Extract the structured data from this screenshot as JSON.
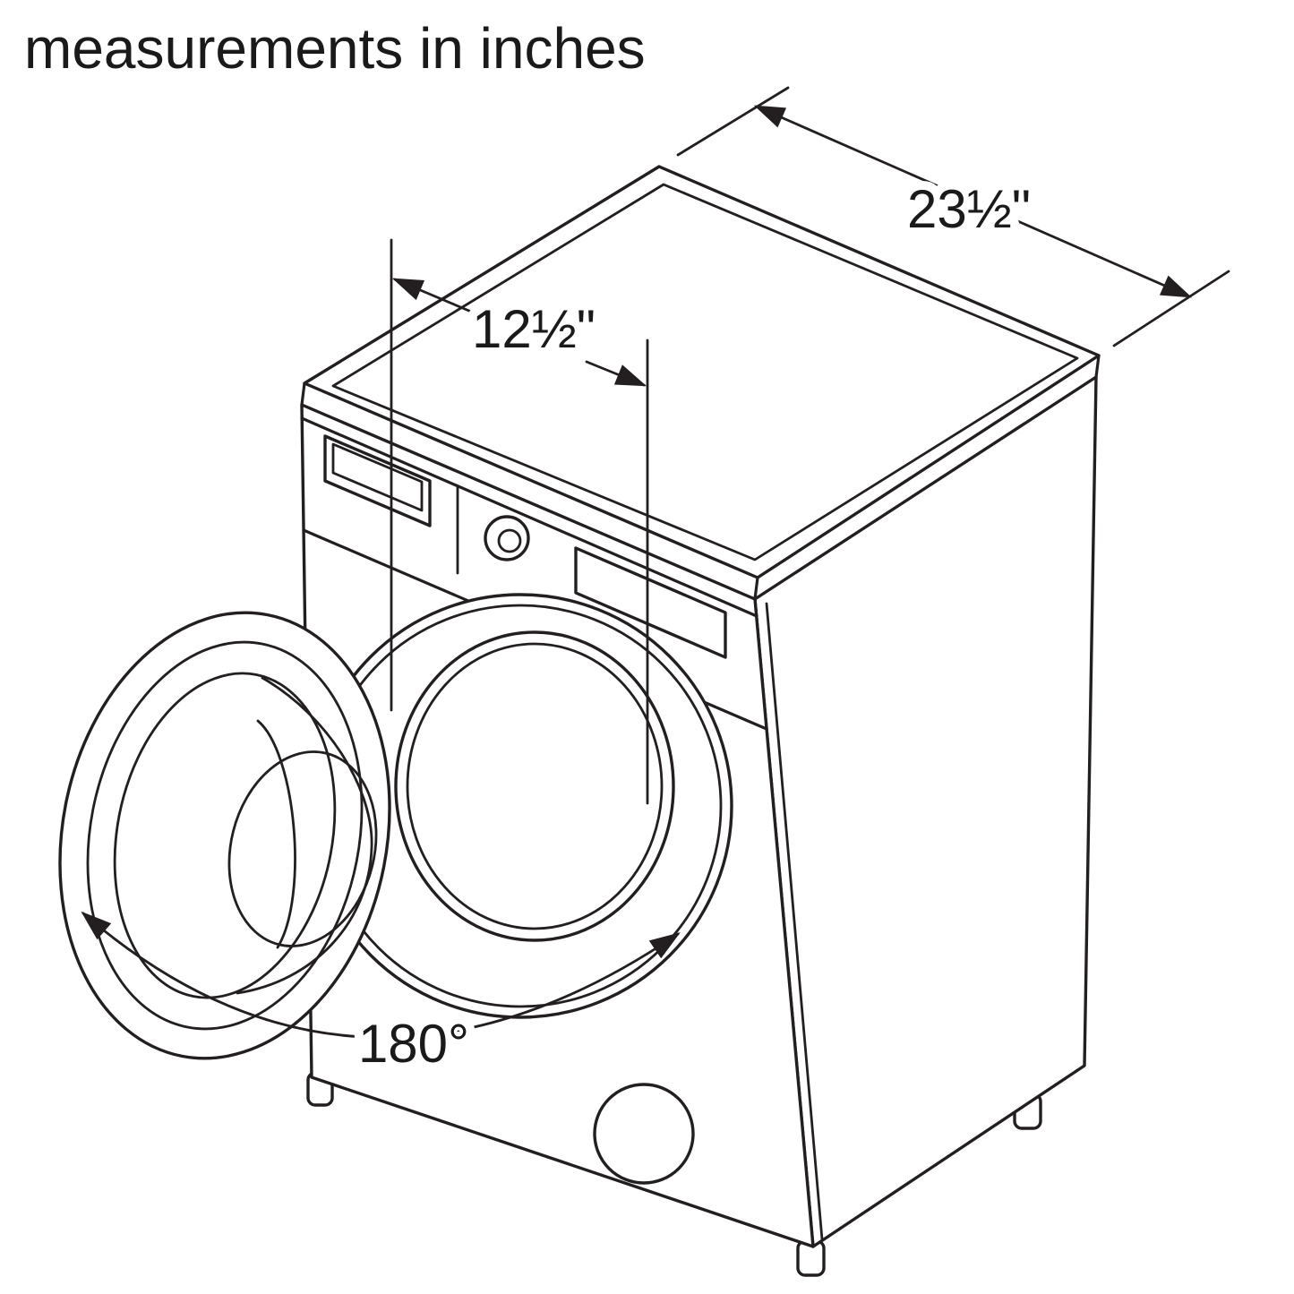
{
  "title": "measurements in inches",
  "labels": {
    "depth": "23½\"",
    "door_width": "12½\"",
    "door_swing": "180°"
  },
  "colors": {
    "line": "#231f20",
    "text": "#1a1a1a",
    "background": "#ffffff"
  }
}
